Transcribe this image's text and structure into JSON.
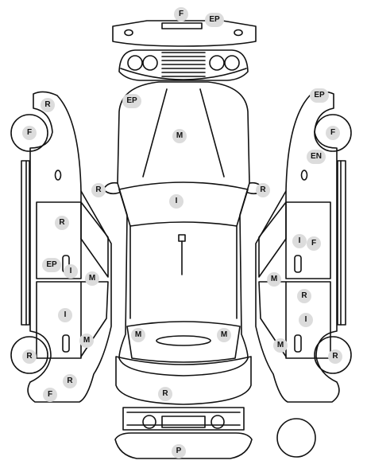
{
  "diagram": {
    "line_color": "#111111",
    "marker_color": "#dcdcdc",
    "labels": [
      {
        "id": "front-bumper-f",
        "text": "F"
      },
      {
        "id": "front-bumper-ep",
        "text": "EP"
      },
      {
        "id": "hood-ep",
        "text": "EP"
      },
      {
        "id": "hood-m",
        "text": "M"
      },
      {
        "id": "left-fender-r",
        "text": "R"
      },
      {
        "id": "left-front-wheel-f",
        "text": "F"
      },
      {
        "id": "right-fender-ep",
        "text": "EP"
      },
      {
        "id": "right-front-wheel-f",
        "text": "F"
      },
      {
        "id": "right-fender-en",
        "text": "EN"
      },
      {
        "id": "left-mirror-r",
        "text": "R"
      },
      {
        "id": "windshield-i",
        "text": "I"
      },
      {
        "id": "right-mirror-r",
        "text": "R"
      },
      {
        "id": "left-front-door-r",
        "text": "R"
      },
      {
        "id": "left-front-door-ep",
        "text": "EP"
      },
      {
        "id": "left-front-door-i",
        "text": "I"
      },
      {
        "id": "left-pillar-m",
        "text": "M"
      },
      {
        "id": "right-front-door-i",
        "text": "I"
      },
      {
        "id": "right-front-door-f",
        "text": "F"
      },
      {
        "id": "right-pillar-m",
        "text": "M"
      },
      {
        "id": "right-rear-door-r",
        "text": "R"
      },
      {
        "id": "right-rear-door-i",
        "text": "I"
      },
      {
        "id": "left-rear-door-i",
        "text": "I"
      },
      {
        "id": "left-rear-door-m",
        "text": "M"
      },
      {
        "id": "right-rear-door-m",
        "text": "M"
      },
      {
        "id": "rear-window-left-m",
        "text": "M"
      },
      {
        "id": "rear-window-right-m",
        "text": "M"
      },
      {
        "id": "left-rear-wheel-r",
        "text": "R"
      },
      {
        "id": "right-rear-wheel-r",
        "text": "R"
      },
      {
        "id": "left-quarter-r",
        "text": "R"
      },
      {
        "id": "left-quarter-f",
        "text": "F"
      },
      {
        "id": "trunk-r",
        "text": "R"
      },
      {
        "id": "rear-bumper-p",
        "text": "P"
      }
    ]
  }
}
